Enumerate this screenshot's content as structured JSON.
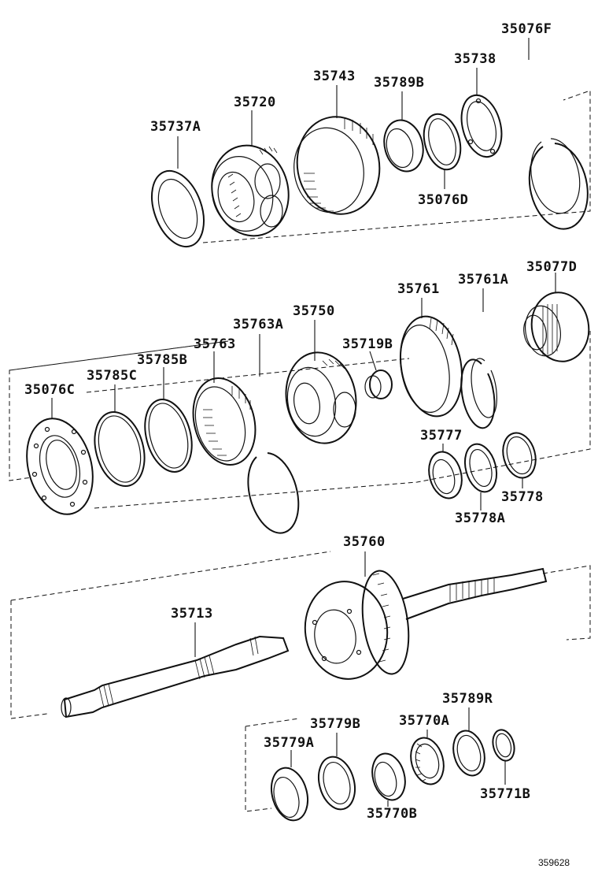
{
  "figure_number": "359628",
  "labels": {
    "p35076F": "35076F",
    "p35738": "35738",
    "p35743": "35743",
    "p35789B": "35789B",
    "p35720": "35720",
    "p35737A": "35737A",
    "p35076D": "35076D",
    "p35761A": "35761A",
    "p35077D": "35077D",
    "p35761": "35761",
    "p35750": "35750",
    "p35763A": "35763A",
    "p35763": "35763",
    "p35719B": "35719B",
    "p35785B": "35785B",
    "p35785C": "35785C",
    "p35076C": "35076C",
    "p35777": "35777",
    "p35778": "35778",
    "p35778A": "35778A",
    "p35760": "35760",
    "p35713": "35713",
    "p35789R": "35789R",
    "p35779B": "35779B",
    "p35770A": "35770A",
    "p35779A": "35779A",
    "p35771B": "35771B",
    "p35770B": "35770B"
  }
}
